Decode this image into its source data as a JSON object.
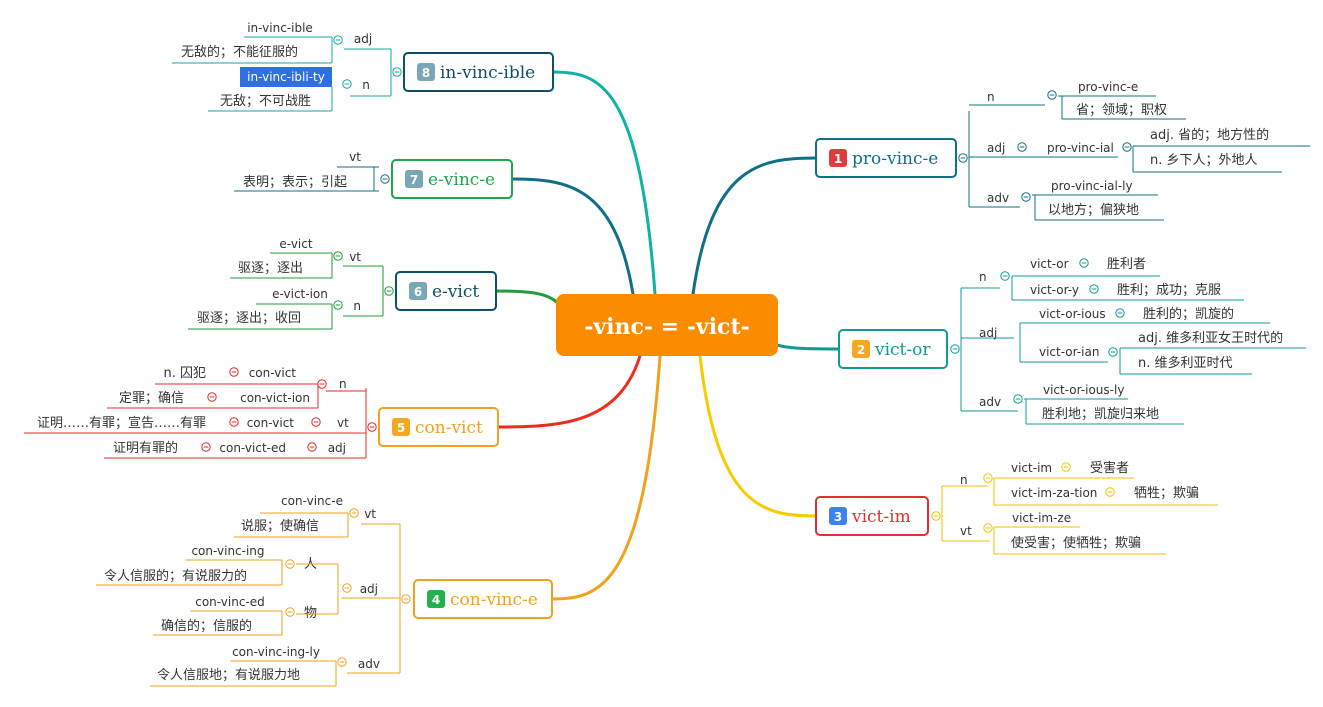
{
  "center": "-vinc- = -vict-",
  "branches": [
    {
      "num": "1",
      "word": "pro-vinc-e",
      "color": "#0f6f86",
      "badge": "#e03c3c",
      "groups": [
        {
          "pos": "n",
          "items": [
            {
              "word": "pro-vinc-e",
              "meanings": [
                "省；领域；职权"
              ]
            }
          ]
        },
        {
          "pos": "adj",
          "items": [
            {
              "word": "pro-vinc-ial",
              "meanings": [
                "adj. 省的；地方性的",
                "n. 乡下人；外地人"
              ]
            }
          ]
        },
        {
          "pos": "adv",
          "items": [
            {
              "word": "pro-vinc-ial-ly",
              "meanings": [
                "以地方；偏狭地"
              ]
            }
          ]
        }
      ]
    },
    {
      "num": "2",
      "word": "vict-or",
      "color": "#0f9b95",
      "badge": "#f5a623",
      "groups": [
        {
          "pos": "n",
          "items": [
            {
              "word": "vict-or",
              "meanings": [
                "胜利者"
              ]
            },
            {
              "word": "vict-or-y",
              "meanings": [
                "胜利；成功；克服"
              ]
            }
          ]
        },
        {
          "pos": "adj",
          "items": [
            {
              "word": "vict-or-ious",
              "meanings": [
                "胜利的；凯旋的"
              ]
            },
            {
              "word": "vict-or-ian",
              "meanings": [
                "adj. 维多利亚女王时代的",
                "n. 维多利亚时代"
              ]
            }
          ]
        },
        {
          "pos": "adv",
          "items": [
            {
              "word": "vict-or-ious-ly",
              "meanings": [
                "胜利地；凯旋归来地"
              ]
            }
          ]
        }
      ]
    },
    {
      "num": "3",
      "word": "vict-im",
      "color": "#e03030",
      "badge": "#3b82f6",
      "groups": [
        {
          "pos": "n",
          "items": [
            {
              "word": "vict-im",
              "meanings": [
                "受害者"
              ]
            },
            {
              "word": "vict-im-za-tion",
              "meanings": [
                "牺牲；欺骗"
              ]
            }
          ]
        },
        {
          "pos": "vt",
          "items": [
            {
              "word": "vict-im-ze",
              "meanings": [
                "使受害；使牺牲；欺骗"
              ]
            }
          ]
        }
      ]
    },
    {
      "num": "4",
      "word": "con-vinc-e",
      "color": "#f0a21e",
      "badge": "#22b14c",
      "groups": [
        {
          "pos": "vt",
          "items": [
            {
              "word": "con-vinc-e",
              "meanings": [
                "说服；使确信"
              ]
            }
          ]
        },
        {
          "pos": "adj",
          "items": [
            {
              "word": "con-vinc-ing",
              "note": "人",
              "meanings": [
                "令人信服的；有说服力的"
              ]
            },
            {
              "word": "con-vinc-ed",
              "note": "物",
              "meanings": [
                "确信的；信服的"
              ]
            }
          ]
        },
        {
          "pos": "adv",
          "items": [
            {
              "word": "con-vinc-ing-ly",
              "meanings": [
                "令人信服地；有说服力地"
              ]
            }
          ]
        }
      ]
    },
    {
      "num": "5",
      "word": "con-vict",
      "color": "#e8470f",
      "badge": "#f5a623",
      "groups": [
        {
          "pos": "n",
          "items": [
            {
              "word": "con-vict",
              "meanings": [
                "n. 囚犯"
              ]
            },
            {
              "word": "con-vict-ion",
              "meanings": [
                "定罪；确信"
              ]
            }
          ]
        },
        {
          "pos": "vt",
          "items": [
            {
              "word": "con-vict",
              "meanings": [
                "证明……有罪；宣告……有罪"
              ]
            }
          ]
        },
        {
          "pos": "adj",
          "items": [
            {
              "word": "con-vict-ed",
              "meanings": [
                "证明有罪的"
              ]
            }
          ]
        }
      ]
    },
    {
      "num": "6",
      "word": "e-vict",
      "color": "#1f9e3a",
      "badge": "#7aa7b5",
      "groups": [
        {
          "pos": "vt",
          "items": [
            {
              "word": "e-vict",
              "meanings": [
                "驱逐；逐出"
              ]
            }
          ]
        },
        {
          "pos": "n",
          "items": [
            {
              "word": "e-vict-ion",
              "meanings": [
                "驱逐；逐出；收回"
              ]
            }
          ]
        }
      ]
    },
    {
      "num": "7",
      "word": "e-vinc-e",
      "color": "#0f6f86",
      "badge": "#7aa7b5",
      "groups": [
        {
          "pos": "vt",
          "items": [
            {
              "word": "",
              "meanings": [
                "表明；表示；引起"
              ]
            }
          ]
        }
      ]
    },
    {
      "num": "8",
      "word": "in-vinc-ible",
      "color": "#10a8a2",
      "badge": "#7aa7b5",
      "groups": [
        {
          "pos": "adj",
          "items": [
            {
              "word": "in-vinc-ible",
              "meanings": [
                "无敌的；不能征服的"
              ]
            }
          ]
        },
        {
          "pos": "n",
          "items": [
            {
              "word": "in-vinc-ibli-ty",
              "selected": true,
              "meanings": [
                "无敌；不可战胜"
              ]
            }
          ]
        }
      ]
    }
  ],
  "colors": {
    "center_fill": "#fb8c00",
    "center_text": "#ffffff",
    "selected": "#2f6fe4",
    "subtext": "#333333"
  }
}
